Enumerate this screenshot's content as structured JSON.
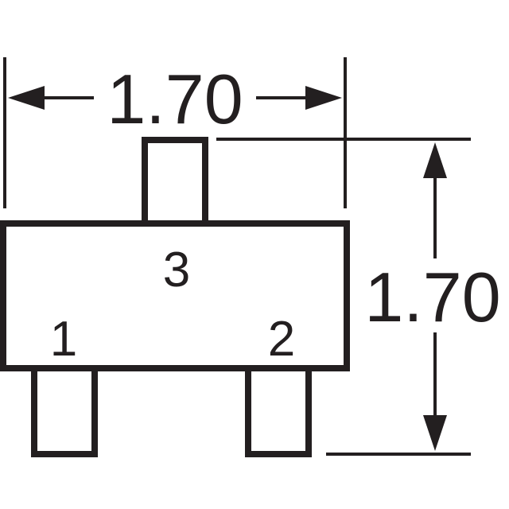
{
  "dimensions": {
    "width_label": "1.70",
    "height_label": "1.70"
  },
  "pins": {
    "pin1": "1",
    "pin2": "2",
    "pin3": "3"
  },
  "colors": {
    "line": "#231f20",
    "background": "#ffffff"
  }
}
